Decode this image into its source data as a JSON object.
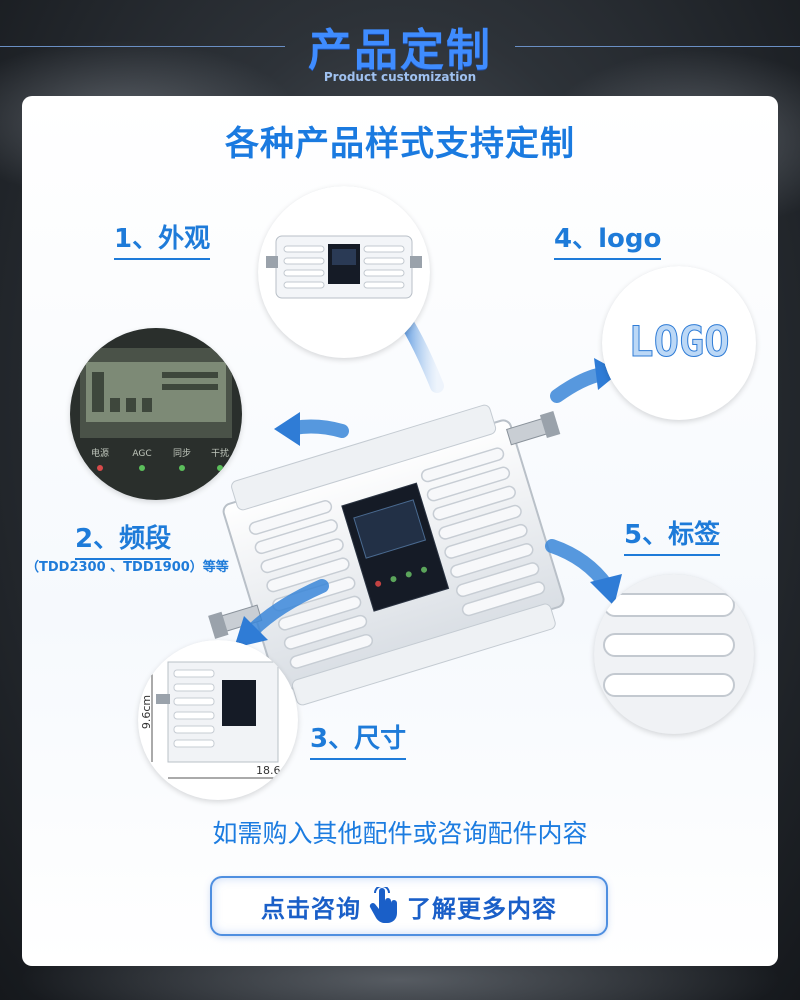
{
  "header": {
    "title": "产品定制",
    "subtitle": "Product customization"
  },
  "card": {
    "title": "各种产品样式支持定制",
    "features": {
      "appearance": "1、外观",
      "band": "2、频段",
      "band_detail": "（TDD2300 、TDD1900）等等",
      "size": "3、尺寸",
      "logo": "4、logo",
      "tag": "5、标签"
    },
    "size_dims": {
      "height": "9.6cm",
      "width": "18.6"
    },
    "display_marks": [
      "电源",
      "AGC",
      "同步",
      "干扰"
    ],
    "logo_text": "LOGO",
    "question": "如需购入其他配件或咨询配件内容",
    "cta": {
      "left": "点击咨询",
      "right": "了解更多内容",
      "icon": "hand-pointer-icon"
    }
  },
  "colors": {
    "accent": "#1e7bd9",
    "header_blue": "#3f8cff",
    "arrow_blue": "#3a86d8"
  }
}
